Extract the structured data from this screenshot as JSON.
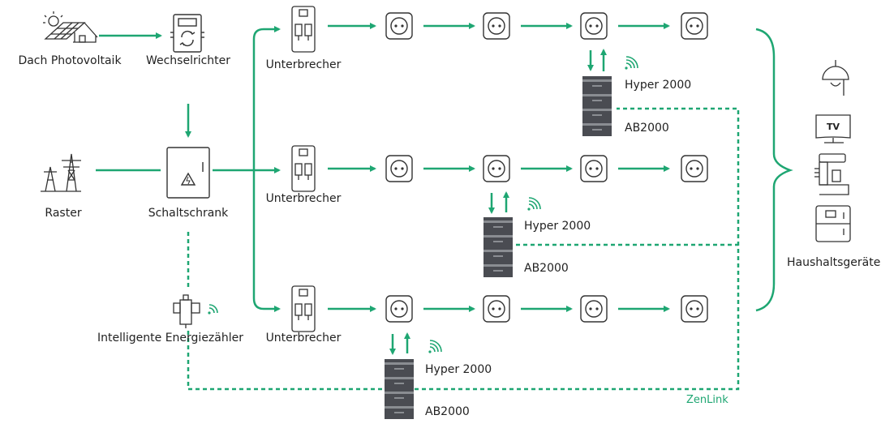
{
  "labels": {
    "pv": "Dach Photovoltaik",
    "inverter": "Wechselrichter",
    "grid": "Raster",
    "cabinet": "Schaltschrank",
    "meter": "Intelligente Energiezähler",
    "breaker": "Unterbrecher",
    "hyper": "Hyper 2000",
    "battery": "AB2000",
    "zenlink": "ZenLink",
    "appliances": "Haushaltsgeräte",
    "tv": "TV"
  },
  "colors": {
    "accent": "#1ea672",
    "line": "#333333",
    "battery_dark": "#4a4c52",
    "battery_light": "#8a8d92"
  },
  "icons": [
    "solar-panel-icon",
    "inverter-icon",
    "power-tower-icon",
    "cabinet-icon",
    "meter-icon",
    "breaker-icon",
    "socket-icon",
    "battery-icon",
    "wifi-icon",
    "lamp-icon",
    "tv-icon",
    "coffee-machine-icon",
    "fridge-icon"
  ]
}
